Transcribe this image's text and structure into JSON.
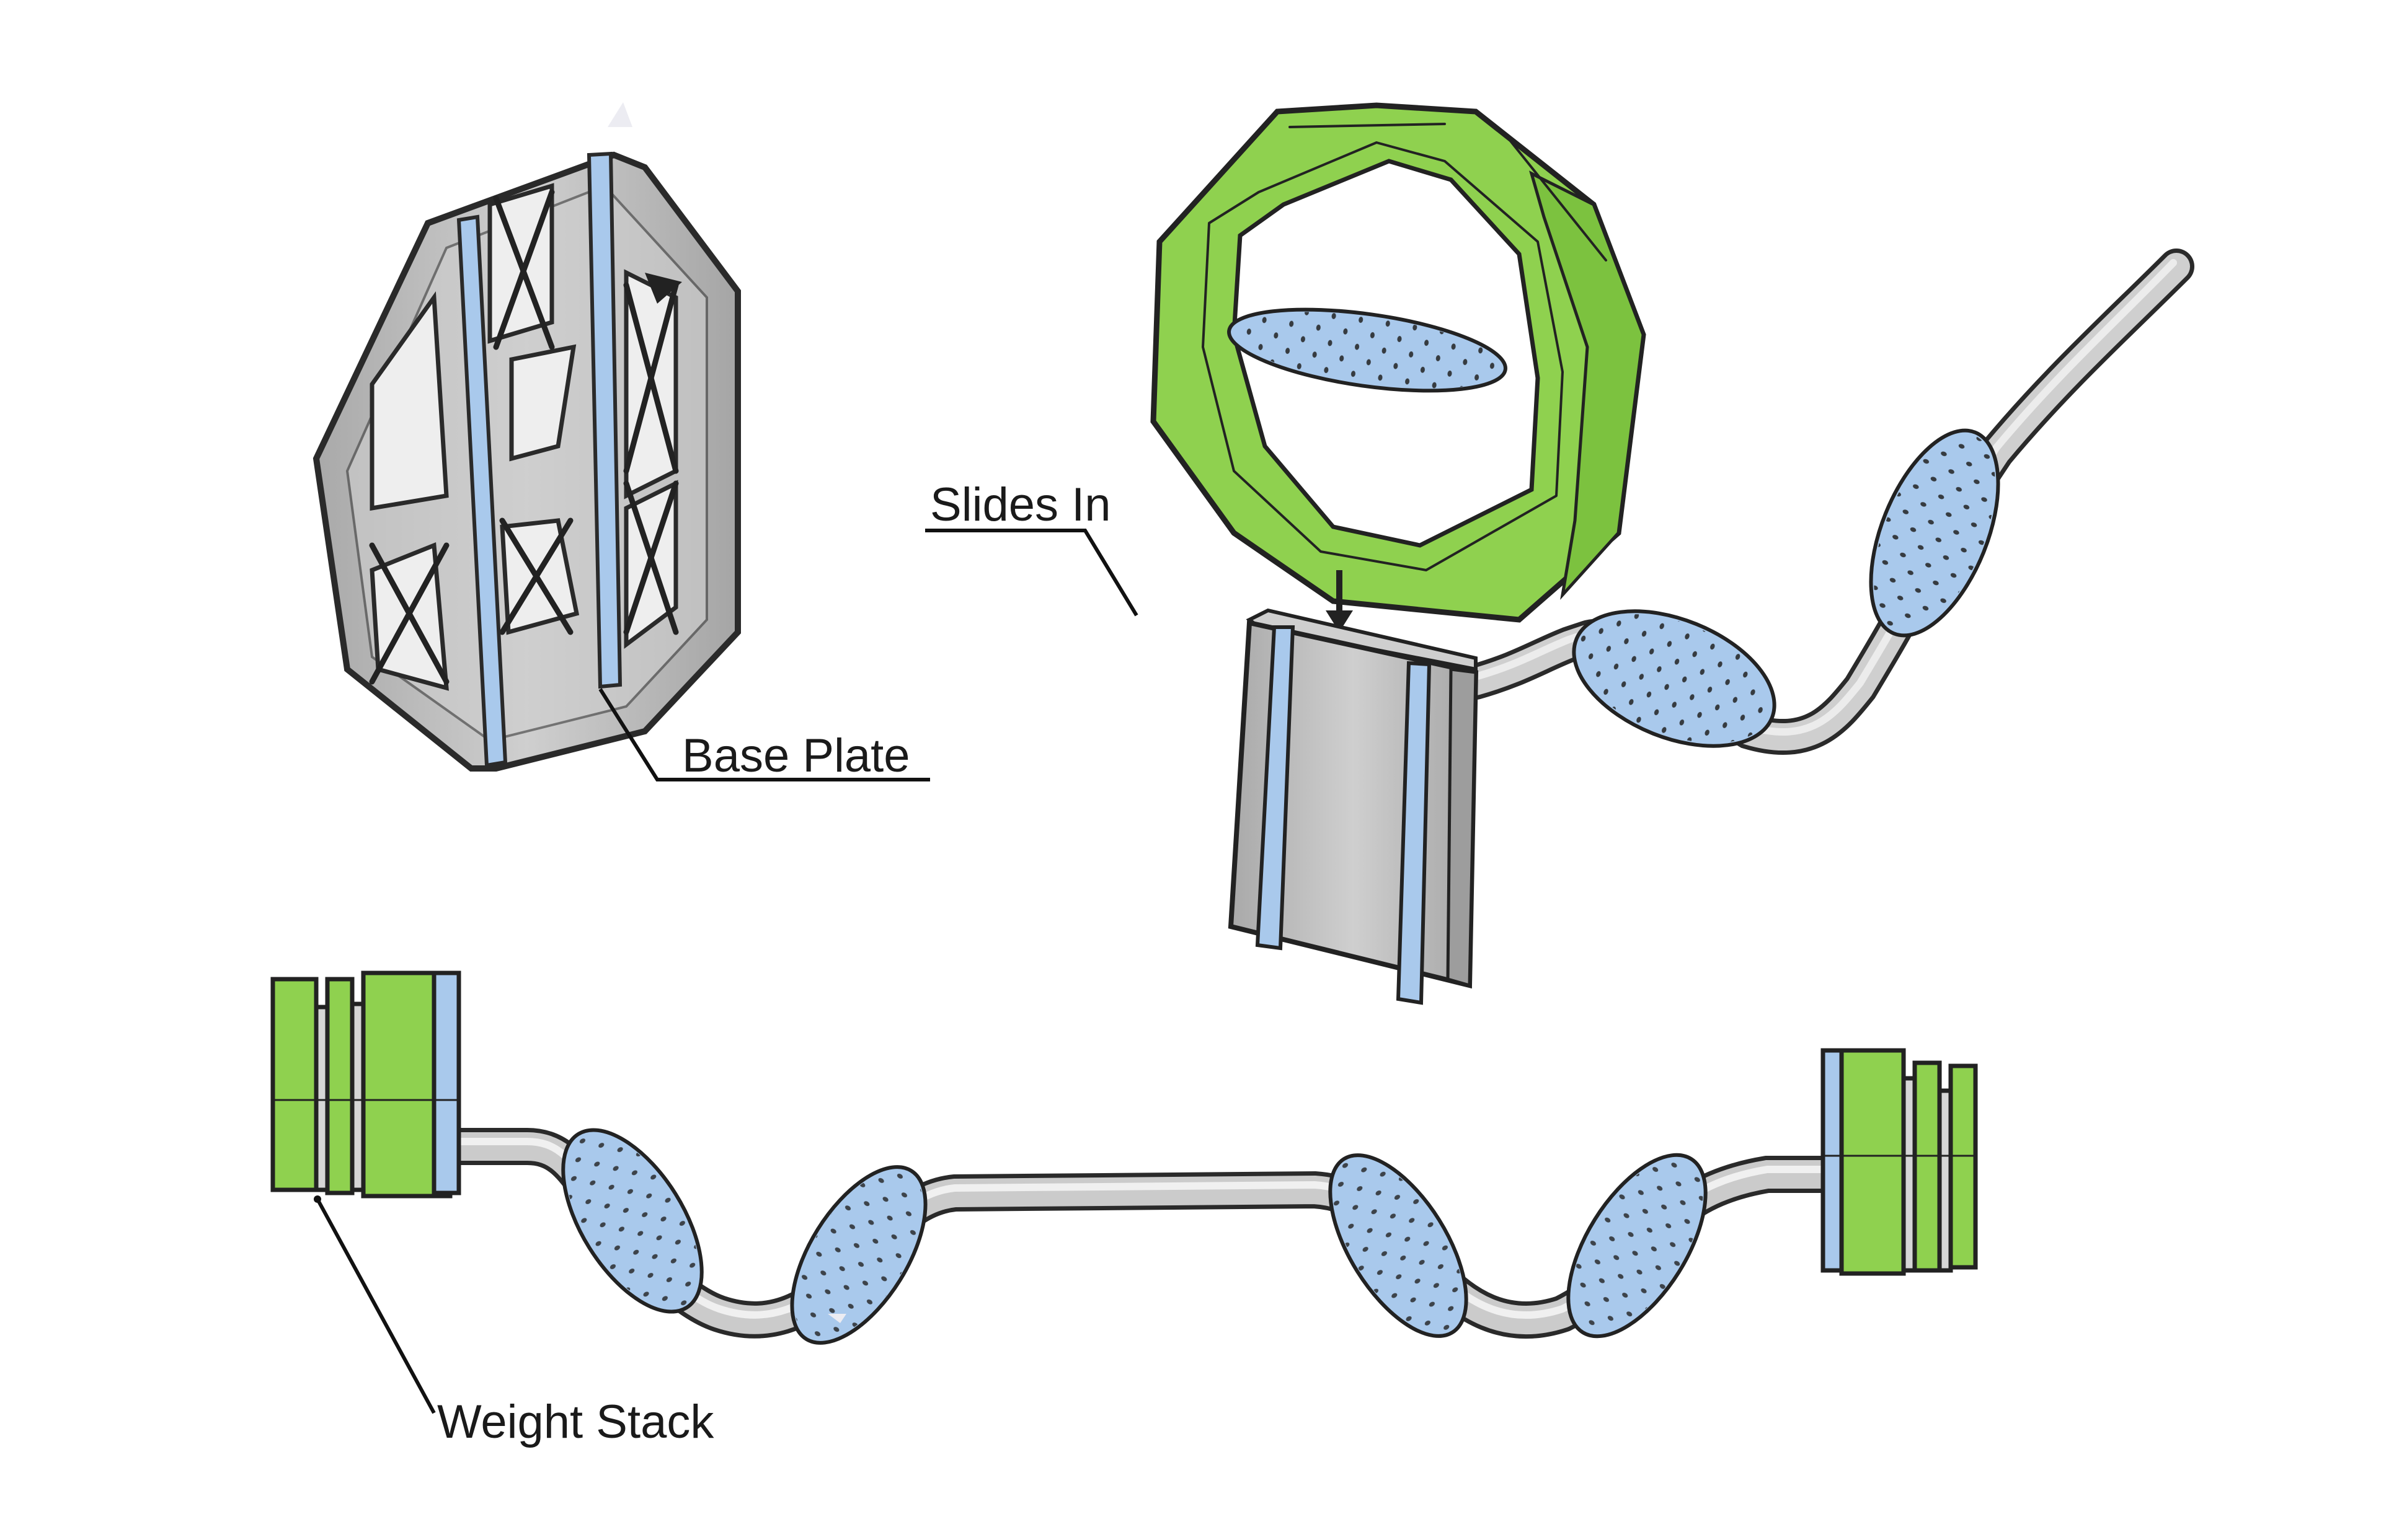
{
  "title": "Exercise bar concept sketch",
  "palette": {
    "green": "#8fd14f",
    "green_dark": "#6fb83a",
    "blue": "#a9c9ec",
    "blue_dark": "#86b0de",
    "gray": "#b9b9b9",
    "gray_light": "#d9d9d9",
    "gray_dark": "#8a8a8a",
    "ink": "#222222"
  },
  "callouts": [
    {
      "id": "base-plate",
      "text": "Base Plate",
      "target": "octagonal truss base plate"
    },
    {
      "id": "slides-in",
      "text": "Slides In",
      "target": "rectangular slide-in mounting plate"
    },
    {
      "id": "weight-stack",
      "text": "Weight Stack",
      "target": "stacked weight plates on bar end"
    }
  ],
  "components": [
    {
      "id": "base-plate-unit",
      "description": "Gray octagonal base plate with X-truss cutouts and two blue rails"
    },
    {
      "id": "octagon-ring",
      "description": "Green octagonal ring with blue dotted grip inside"
    },
    {
      "id": "slide-plate-handle",
      "description": "Gray slide plate with blue rails attached to curved bar with two blue dotted grips"
    },
    {
      "id": "barbell",
      "description": "Curved bar with four blue dotted grips and green weight stacks on each end"
    }
  ],
  "annotations": {
    "arrow": "down-arrow indicating ring slides into plate"
  }
}
